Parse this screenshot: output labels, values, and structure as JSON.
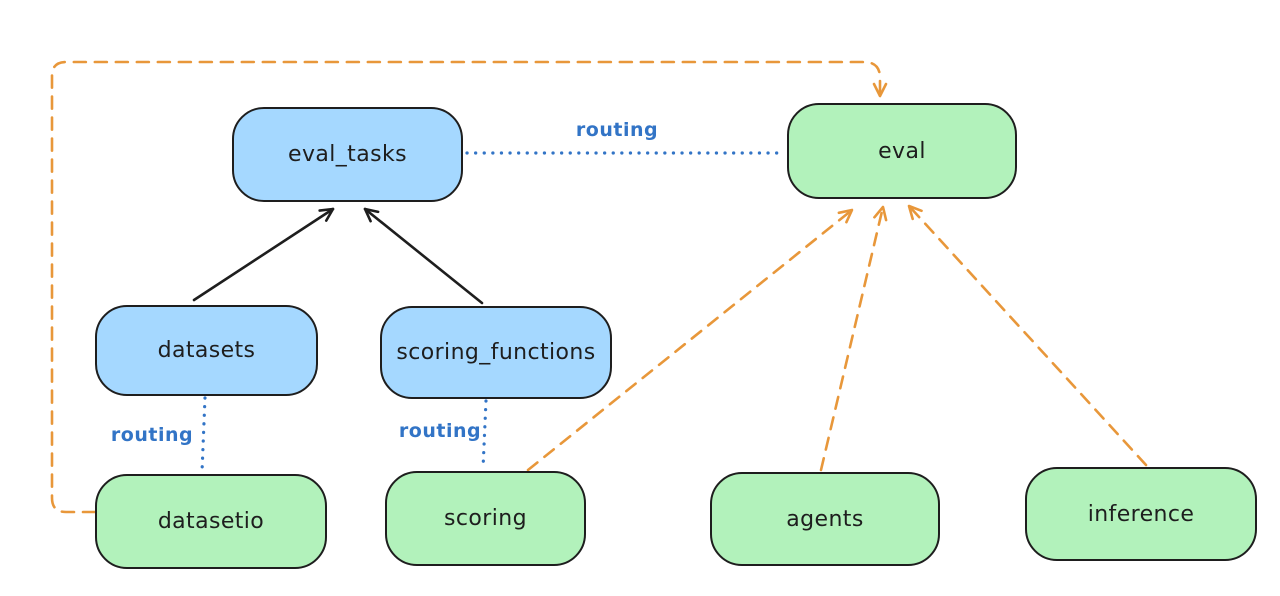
{
  "nodes": {
    "eval_tasks": {
      "label": "eval_tasks",
      "category": "registry",
      "fill": "blue"
    },
    "eval": {
      "label": "eval",
      "category": "api",
      "fill": "green"
    },
    "datasets": {
      "label": "datasets",
      "category": "registry",
      "fill": "blue"
    },
    "scoring_functions": {
      "label": "scoring_functions",
      "category": "registry",
      "fill": "blue"
    },
    "datasetio": {
      "label": "datasetio",
      "category": "api",
      "fill": "green"
    },
    "scoring": {
      "label": "scoring",
      "category": "api",
      "fill": "green"
    },
    "agents": {
      "label": "agents",
      "category": "api",
      "fill": "green"
    },
    "inference": {
      "label": "inference",
      "category": "api",
      "fill": "green"
    }
  },
  "edges": [
    {
      "from": "datasets",
      "to": "eval_tasks",
      "style": "solid",
      "color": "#1e1e1e",
      "arrowhead": true,
      "label": ""
    },
    {
      "from": "scoring_functions",
      "to": "eval_tasks",
      "style": "solid",
      "color": "#1e1e1e",
      "arrowhead": true,
      "label": ""
    },
    {
      "from": "eval_tasks",
      "to": "eval",
      "style": "dotted",
      "color": "#3274c6",
      "arrowhead": false,
      "label": "routing"
    },
    {
      "from": "datasets",
      "to": "datasetio",
      "style": "dotted",
      "color": "#3274c6",
      "arrowhead": false,
      "label": "routing"
    },
    {
      "from": "scoring_functions",
      "to": "scoring",
      "style": "dotted",
      "color": "#3274c6",
      "arrowhead": false,
      "label": "routing"
    },
    {
      "from": "datasetio",
      "to": "eval",
      "style": "dashed",
      "color": "#e8973a",
      "arrowhead": true,
      "label": ""
    },
    {
      "from": "scoring",
      "to": "eval",
      "style": "dashed",
      "color": "#e8973a",
      "arrowhead": true,
      "label": ""
    },
    {
      "from": "agents",
      "to": "eval",
      "style": "dashed",
      "color": "#e8973a",
      "arrowhead": true,
      "label": ""
    },
    {
      "from": "inference",
      "to": "eval",
      "style": "dashed",
      "color": "#e8973a",
      "arrowhead": true,
      "label": ""
    }
  ],
  "colors": {
    "blue_node_fill": "#a5d8ff",
    "green_node_fill": "#b2f2bb",
    "node_stroke": "#1e1e1e",
    "text": "#1e1e1e",
    "routing_blue": "#3274c6",
    "arrow_orange": "#e8973a",
    "arrow_black": "#1e1e1e",
    "background": "#ffffff"
  }
}
